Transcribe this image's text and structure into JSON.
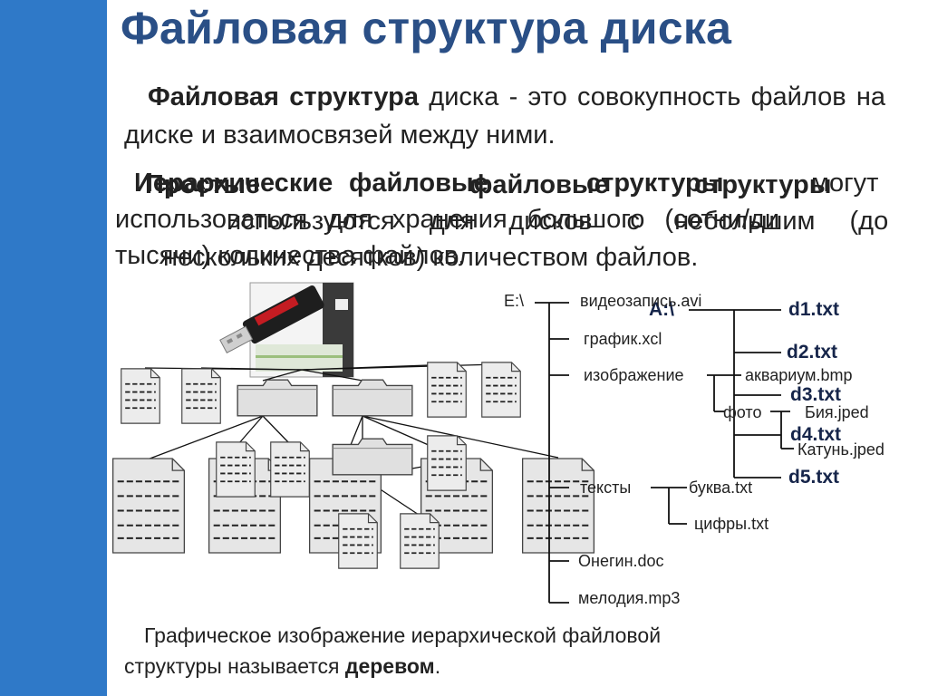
{
  "title": "Файловая структура диска",
  "definition": {
    "term": "Файловая структура",
    "text": " диска - это совокупность файлов на диске и взаимосвязей между ними."
  },
  "overlap_text": {
    "layer_a": {
      "w1": "Иерархические",
      "w2": "файловые",
      "w3": "структуры",
      "w4": "могут",
      "line2": "использоваться для хранения большого (сотни/ди",
      "line3": "тысячи) количества файлов."
    },
    "layer_b": {
      "w1": "Простые",
      "w2": "файловые",
      "w3": "структуры",
      "line2": "используются для дисков с небольшим (до",
      "line3": "нескольких десятков) количеством файлов."
    }
  },
  "tree_e": {
    "root": "E:\\",
    "items": [
      "видеозапись.avi",
      "график.xcl",
      "изображение",
      "аквариум.bmp",
      "фото",
      "Бия.jped",
      "Катунь.jped",
      "тексты",
      "буква.txt",
      "цифры.txt",
      "Онегин.doc",
      "мелодия.mp3"
    ]
  },
  "tree_a": {
    "root": "A:\\",
    "files": [
      "d1.txt",
      "d2.txt",
      "d3.txt",
      "d4.txt",
      "d5.txt"
    ]
  },
  "caption": {
    "text": "Графическое изображение иерархической файловой структуры называется ",
    "bold": "деревом",
    "end": "."
  },
  "colors": {
    "sidebar": "#2f79c8",
    "title": "#2a4f86",
    "dark_file": "#16254a"
  }
}
